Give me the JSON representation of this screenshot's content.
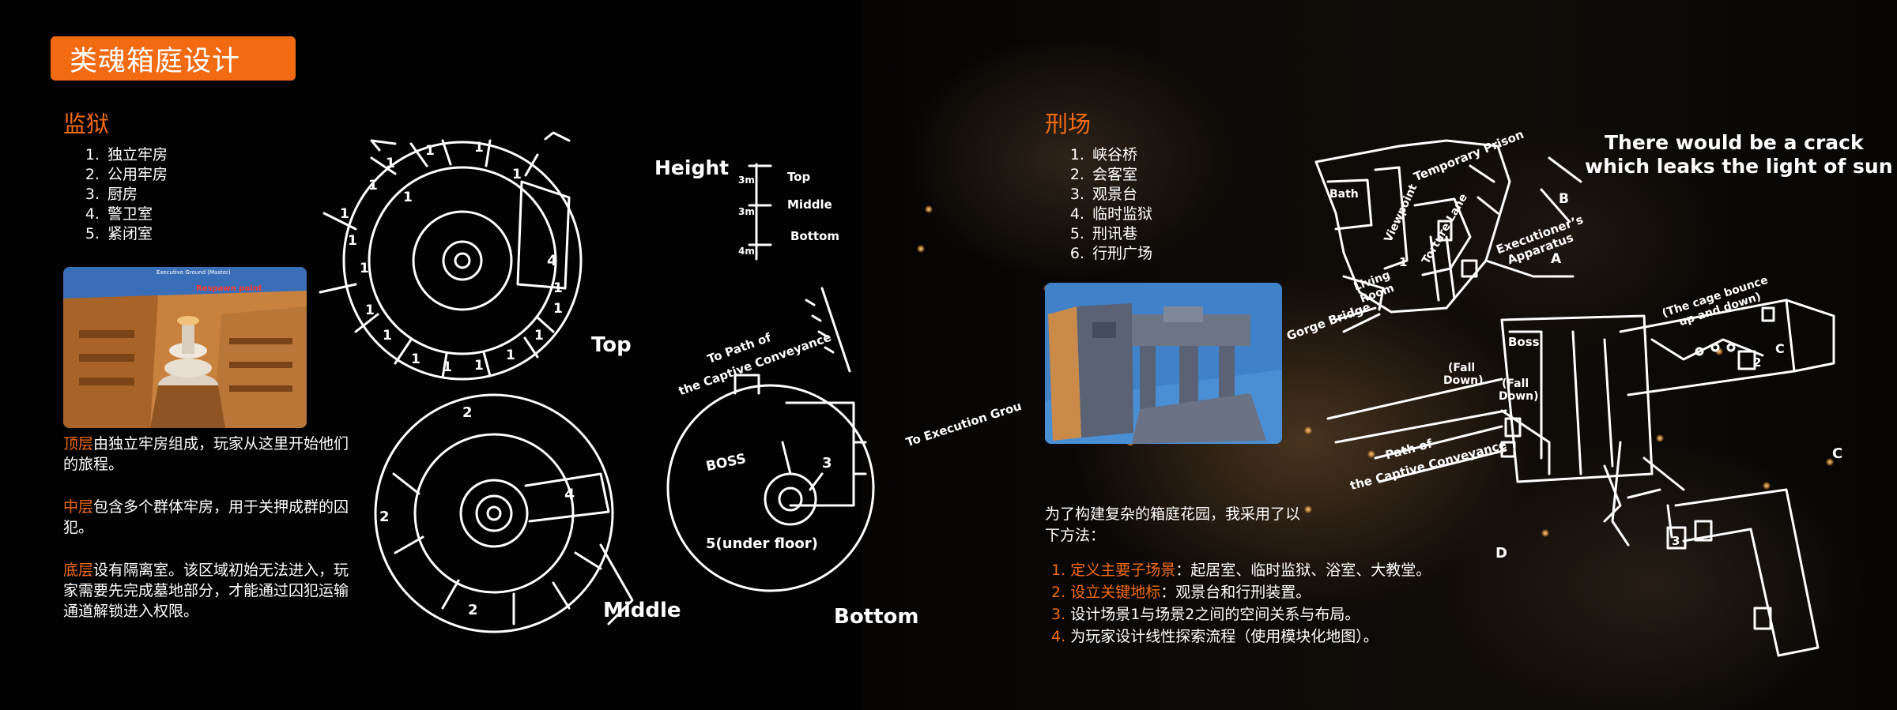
{
  "title": "类魂箱庭设计",
  "prison": {
    "heading": "监狱",
    "rooms": [
      "独立牢房",
      "公用牢房",
      "厨房",
      "警卫室",
      "紧闭室"
    ],
    "thumb": {
      "label_top": "Executive Ground (Master)",
      "label_spawn": "Respawn point"
    },
    "layers": [
      {
        "name": "顶层",
        "text": "由独立牢房组成，玩家从这里开始他们的旅程。"
      },
      {
        "name": "中层",
        "text": "包含多个群体牢房，用于关押成群的囚犯。"
      },
      {
        "name": "底层",
        "text": "设有隔离室。该区域初始无法进入，玩家需要先完成墓地部分，才能通过囚犯运输通道解锁进入权限。"
      }
    ],
    "sketch": {
      "height_label": "Height",
      "height_levels": [
        "Top",
        "Middle",
        "Bottom"
      ],
      "height_marks": [
        "3m",
        "3m",
        "4m"
      ],
      "top_label": "Top",
      "middle_label": "Middle",
      "bottom_label": "Bottom",
      "top_cells": [
        "1",
        "1",
        "1",
        "1",
        "1",
        "1",
        "1",
        "1",
        "1",
        "1",
        "1",
        "1",
        "1",
        "1",
        "1",
        "1",
        "1",
        "1"
      ],
      "top_room": "4",
      "middle_cells": [
        "2",
        "2",
        "2"
      ],
      "middle_room": "4",
      "bottom_room": "3",
      "boss": "BOSS",
      "under_floor": "5(under floor)",
      "path_label_1": "To Path of",
      "path_label_2": "the Captive Conveyance",
      "exec_label": "To Execution Grou"
    }
  },
  "execution": {
    "heading": "刑场",
    "areas": [
      "峡谷桥",
      "会客室",
      "观景台",
      "临时监狱",
      "刑讯巷",
      "行刑广场"
    ],
    "intro": "为了构建复杂的箱庭花园，我采用了以下方法：",
    "methods": [
      {
        "num": "1.",
        "head": "定义主要子场景",
        "text": "：起居室、临时监狱、浴室、大教堂。"
      },
      {
        "num": "2.",
        "head": "设立关键地标",
        "text": "：观景台和行刑装置。"
      },
      {
        "num": "3.",
        "head": "",
        "text": "设计场景1与场景2之间的空间关系与布局。"
      },
      {
        "num": "4.",
        "head": "",
        "text": "为玩家设计线性探索流程（使用模块化地图）。"
      }
    ],
    "sketch": {
      "crack_note_1": "There would be a crack",
      "crack_note_2": "which leaks the light of sun",
      "labels": {
        "temporary_prison": "Temporary Prison",
        "bath": "Bath",
        "viewpoint": "Viewpoint",
        "torture_lane": "Torture Lane",
        "executioners_apparatus_1": "Executioner’s",
        "executioners_apparatus_2": "Apparatus",
        "living_room_1": "Living",
        "living_room_2": "Room",
        "gorge_bridge": "Gorge Bridge",
        "cage_1": "(The cage bounce",
        "cage_2": "up and down)",
        "fall_down_1": "(Fall",
        "fall_down_2": "Down)",
        "fall_down_3": "(Fall",
        "fall_down_4": "Down)",
        "boss": "Boss",
        "path_1": "Path of",
        "path_2": "the Captive Conveyance",
        "letter_a": "A",
        "letter_b": "B",
        "letter_c": "C",
        "letter_d": "D",
        "letter_c2": "C"
      },
      "marks": [
        "1",
        "2",
        "3"
      ]
    }
  },
  "colors": {
    "accent": "#f26b13",
    "background": "#020202",
    "sketch": "#ffffff"
  }
}
